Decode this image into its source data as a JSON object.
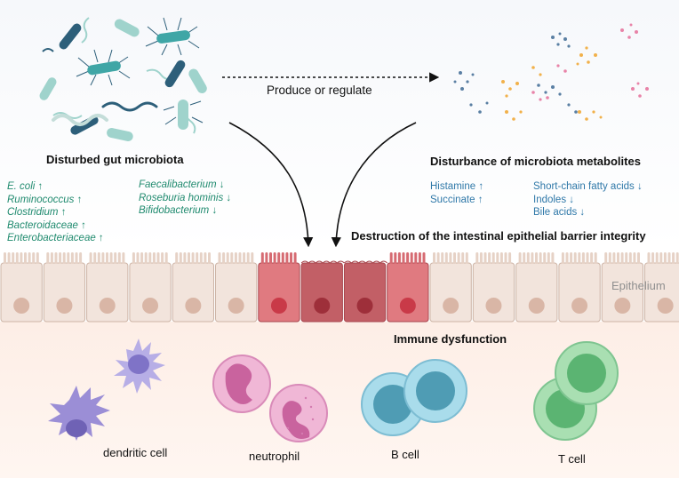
{
  "arrow_label": "Produce or regulate",
  "microbiota": {
    "title": "Disturbed gut microbiota",
    "increased": [
      "E. coli ↑",
      "Ruminococcus ↑",
      "Clostridium ↑",
      "Bacteroidaceae ↑",
      "Enterobacteriaceae ↑"
    ],
    "decreased": [
      "Faecalibacterium ↓",
      "Roseburia hominis ↓",
      "Bifidobacterium ↓"
    ]
  },
  "metabolites": {
    "title": "Disturbance of microbiota metabolites",
    "increased": [
      "Histamine ↑",
      "Succinate ↑"
    ],
    "decreased": [
      "Short-chain fatty acids ↓",
      "Indoles ↓",
      "Bile acids ↓"
    ]
  },
  "barrier": {
    "title": "Destruction of the intestinal epithelial barrier integrity",
    "epithelium_label": "Epithelium"
  },
  "immune": {
    "title": "Immune dysfunction",
    "cells": [
      "dendritic cell",
      "neutrophil",
      "B cell",
      "T cell"
    ]
  },
  "colors": {
    "microbe_dark": "#2d5f7a",
    "microbe_teal": "#3fa6a6",
    "microbe_light": "#9fd3cc",
    "healthy_cell": "#f2e4dc",
    "damaged_cell": "#e07a80",
    "dendritic": "#9b8ed6",
    "neutrophil": "#e9a4cc",
    "b_cell": "#8fcde0",
    "t_cell": "#8fcf9c",
    "metabolite_blue": "#5a7fa3",
    "metabolite_orange": "#f1b14b",
    "metabolite_pink": "#e883a8"
  }
}
